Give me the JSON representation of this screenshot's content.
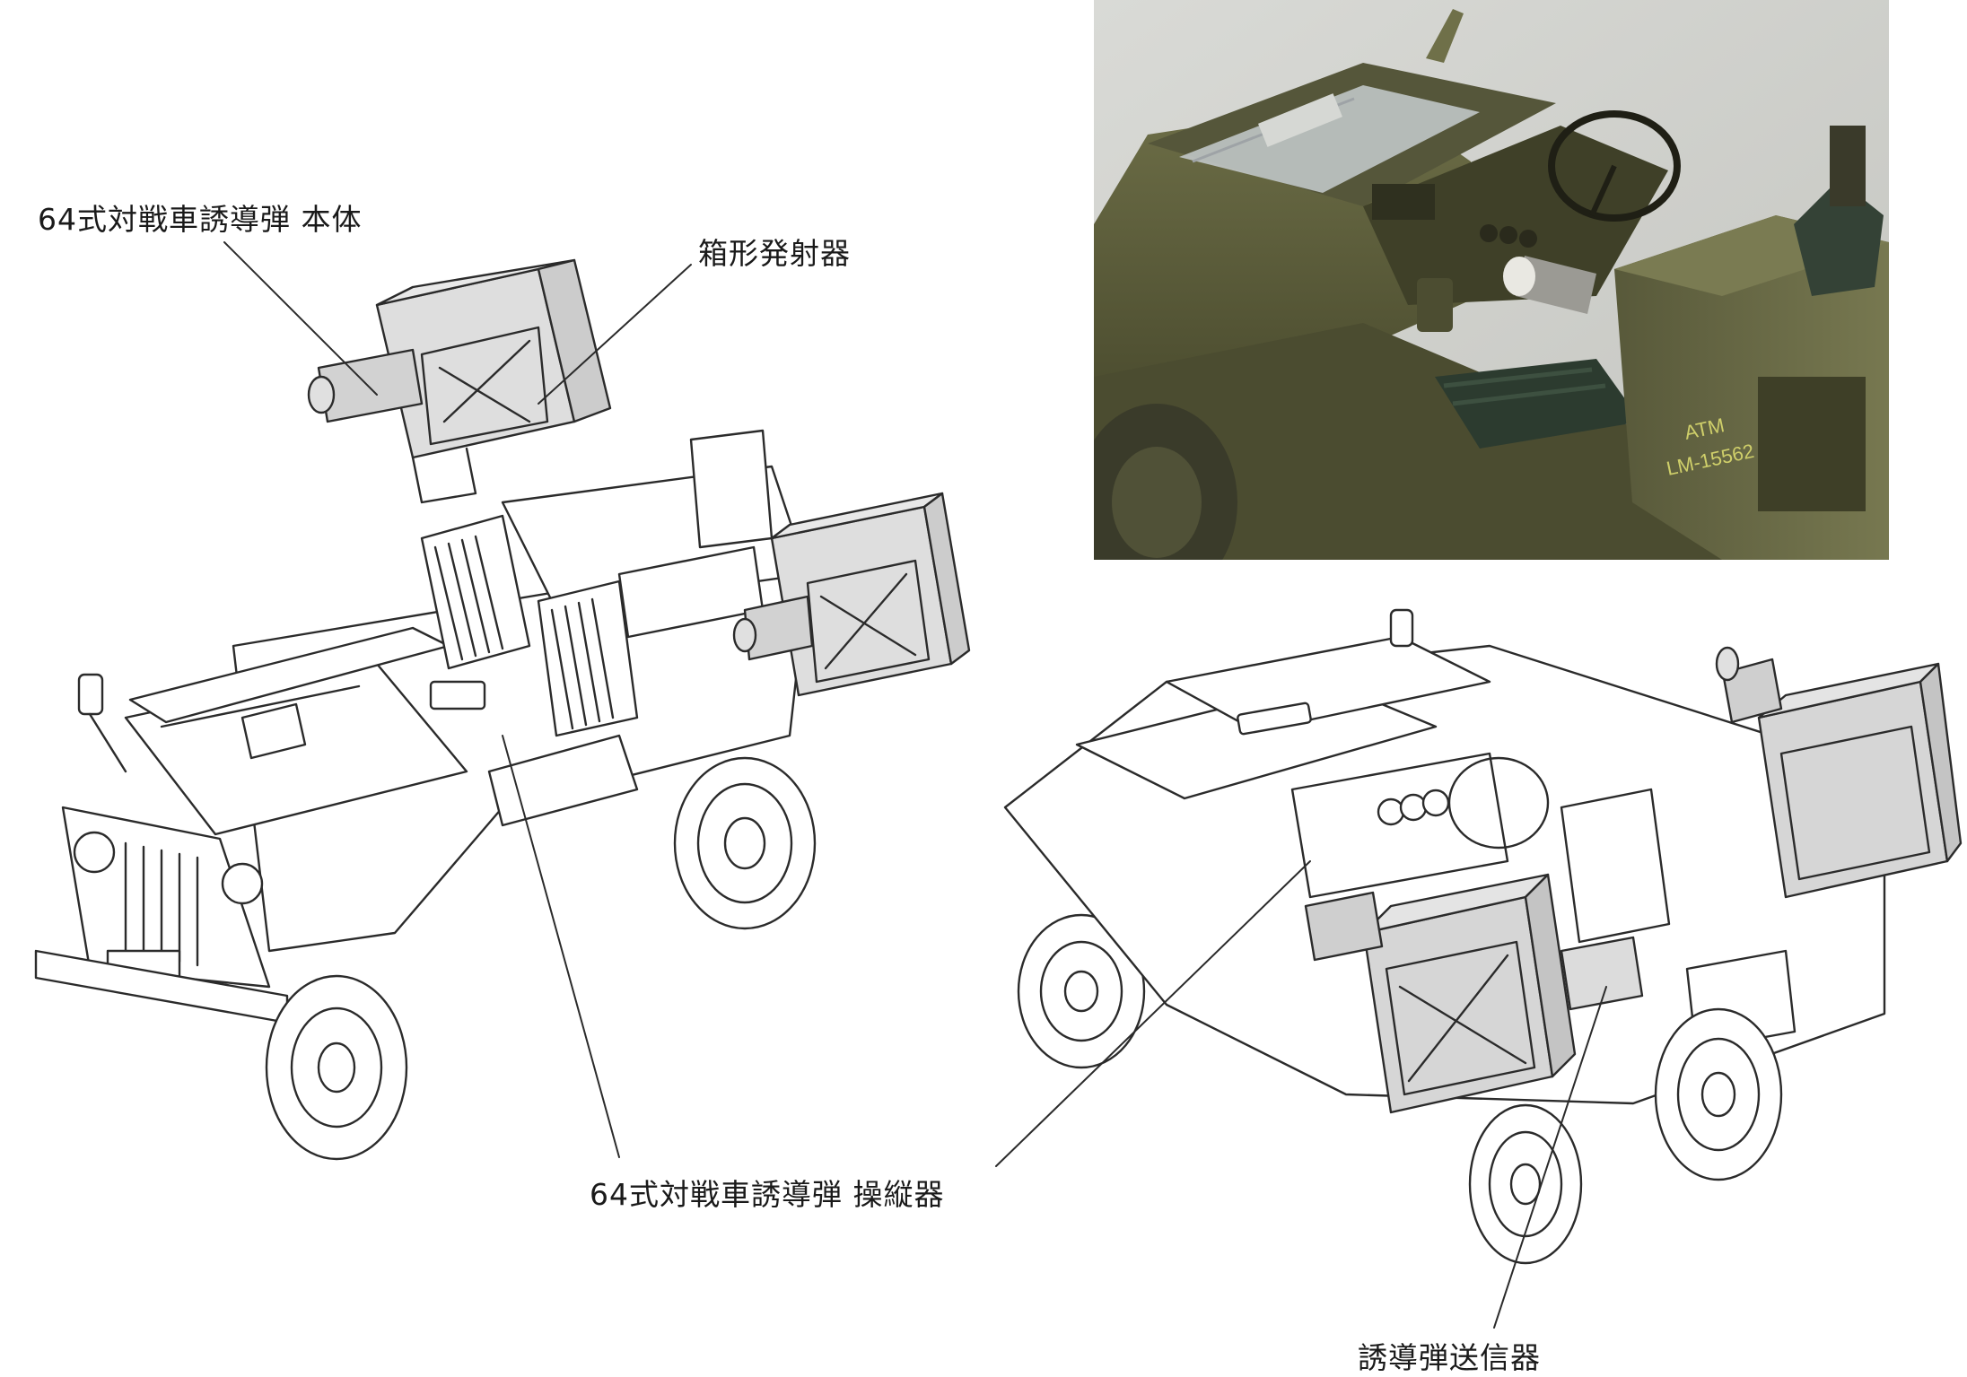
{
  "labels": {
    "missile_body": "64式対戦車誘導弾 本体",
    "box_launcher": "箱形発射器",
    "controller": "64式対戦車誘導弾 操縦器",
    "transmitter": "誘導弾送信器"
  },
  "photo": {
    "side_marking_1": "ATM",
    "side_marking_2": "LM-15562"
  },
  "colors": {
    "olive": "#5e5f3c",
    "olive_dark": "#3c3d25",
    "background": "#ffffff",
    "line": "#333333",
    "launcher_gray": "#d6d6d6"
  }
}
